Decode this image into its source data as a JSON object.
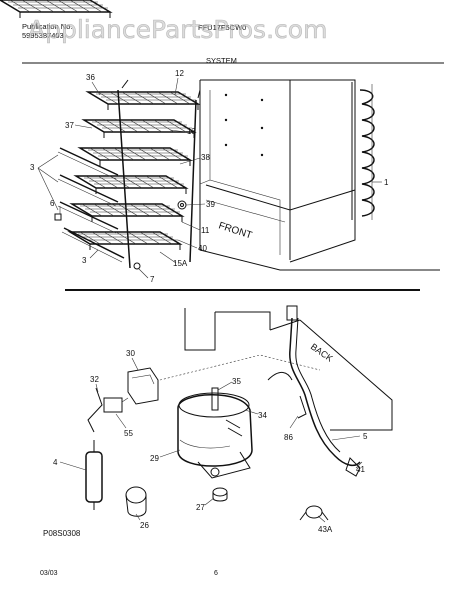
{
  "header": {
    "pub_label": "Publication No.",
    "pub_number": "5995387403",
    "model": "FFU17F5CW0",
    "section_title": "SYSTEM"
  },
  "watermark": "AppliancePartsPros.com",
  "figure_code": "P08S0308",
  "footer": {
    "date": "03/03",
    "page_number": "6"
  },
  "text_labels": {
    "front": "FRONT",
    "back": "BACK"
  },
  "callouts": [
    "36",
    "12",
    "37",
    "13",
    "38",
    "3",
    "6",
    "39",
    "11",
    "40",
    "15A",
    "3",
    "7",
    "1",
    "30",
    "32",
    "55",
    "4",
    "29",
    "35",
    "34",
    "86",
    "5",
    "41",
    "26",
    "27",
    "43A"
  ]
}
